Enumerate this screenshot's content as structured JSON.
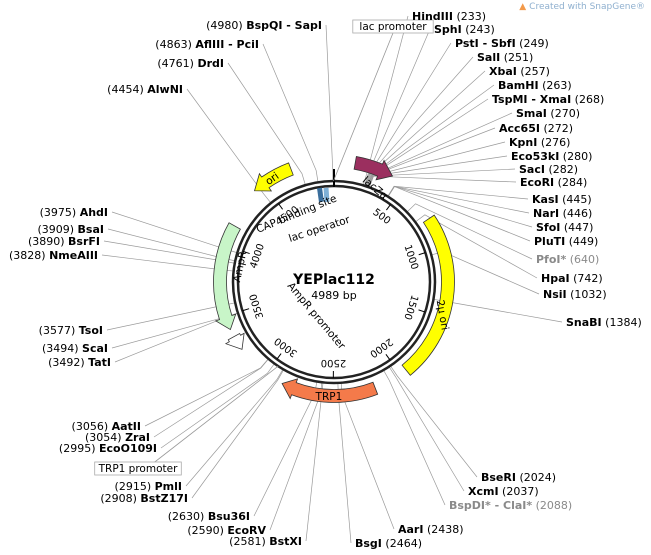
{
  "credit": "Created with SnapGene®",
  "plasmid": {
    "name": "YEPlac112",
    "length_label": "4989 bp",
    "length": 4989
  },
  "colors": {
    "ori": "#ffff00",
    "lacZa": "#9b2f5f",
    "two_mu": "#ffff00",
    "trp1": "#f47a4a",
    "ampr": "#c8f5c8",
    "label_grey": "#8a8a8a"
  },
  "ticks": [
    {
      "text": "500",
      "pos": 500
    },
    {
      "text": "1000",
      "pos": 1000
    },
    {
      "text": "1500",
      "pos": 1500
    },
    {
      "text": "2000",
      "pos": 2000
    },
    {
      "text": "2500",
      "pos": 2500
    },
    {
      "text": "3000",
      "pos": 3000
    },
    {
      "text": "3500",
      "pos": 3500
    },
    {
      "text": "4000",
      "pos": 4000
    },
    {
      "text": "4500",
      "pos": 4500
    }
  ],
  "features": [
    {
      "id": "ori",
      "label": "ori",
      "start": 4420,
      "end": 4700,
      "dir": "ccw",
      "color": "#ffff00",
      "r": 121
    },
    {
      "id": "lacZa",
      "label": "lacZα",
      "start": 140,
      "end": 400,
      "dir": "cw",
      "color": "#9b2f5f",
      "r": 121
    },
    {
      "id": "two-mu-ori",
      "label": "2µ ori",
      "start": 780,
      "end": 1950,
      "dir": "none",
      "color": "#ffff00",
      "r": 114
    },
    {
      "id": "trp1",
      "label": "TRP1",
      "start": 2200,
      "end": 2870,
      "dir": "cw",
      "color": "#f47a4a",
      "r": 114
    },
    {
      "id": "ampr",
      "label": "AmpR",
      "start": 3400,
      "end": 4150,
      "dir": "ccw",
      "color": "#c8f5c8",
      "r": 114
    },
    {
      "id": "ampr-promoter",
      "label": "AmpR promoter",
      "start": 3240,
      "end": 3345,
      "dir": "ccw",
      "color": "#ffffff",
      "r": 114
    }
  ],
  "inner_labels": {
    "cap": "CAP binding site",
    "lac_operator": "lac operator",
    "ampr_promoter": "AmpR promoter",
    "ampr": "AmpR",
    "two_mu": "2µ ori",
    "trp1": "TRP1",
    "ori": "ori",
    "lacza": "lacZα"
  },
  "boxed_labels": [
    {
      "id": "lac-promoter",
      "text": "lac promoter",
      "pos": 4985
    },
    {
      "id": "trp1-promoter",
      "text": "TRP1 promoter",
      "pos": 2960
    }
  ],
  "sites": [
    {
      "name": "BspQI - SapI",
      "num": "(4980)",
      "pos": 4980,
      "grey": false
    },
    {
      "name": "AflIII - PciI",
      "num": "(4863)",
      "pos": 4863,
      "grey": false
    },
    {
      "name": "DrdI",
      "num": "(4761)",
      "pos": 4761,
      "grey": false
    },
    {
      "name": "AlwNI",
      "num": "(4454)",
      "pos": 4454,
      "grey": false
    },
    {
      "name": "HindIII",
      "num": "(233)",
      "pos": 233,
      "grey": false
    },
    {
      "name": "SphI",
      "num": "(243)",
      "pos": 243,
      "grey": false
    },
    {
      "name": "PstI - SbfI",
      "num": "(249)",
      "pos": 249,
      "grey": false
    },
    {
      "name": "SalI",
      "num": "(251)",
      "pos": 251,
      "grey": false
    },
    {
      "name": "XbaI",
      "num": "(257)",
      "pos": 257,
      "grey": false
    },
    {
      "name": "BamHI",
      "num": "(263)",
      "pos": 263,
      "grey": false
    },
    {
      "name": "TspMI - XmaI",
      "num": "(268)",
      "pos": 268,
      "grey": false
    },
    {
      "name": "SmaI",
      "num": "(270)",
      "pos": 270,
      "grey": false
    },
    {
      "name": "Acc65I",
      "num": "(272)",
      "pos": 272,
      "grey": false
    },
    {
      "name": "KpnI",
      "num": "(276)",
      "pos": 276,
      "grey": false
    },
    {
      "name": "Eco53kI",
      "num": "(280)",
      "pos": 280,
      "grey": false
    },
    {
      "name": "SacI",
      "num": "(282)",
      "pos": 282,
      "grey": false
    },
    {
      "name": "EcoRI",
      "num": "(284)",
      "pos": 284,
      "grey": false
    },
    {
      "name": "KasI",
      "num": "(445)",
      "pos": 445,
      "grey": false
    },
    {
      "name": "NarI",
      "num": "(446)",
      "pos": 446,
      "grey": false
    },
    {
      "name": "SfoI",
      "num": "(447)",
      "pos": 447,
      "grey": false
    },
    {
      "name": "PluTI",
      "num": "(449)",
      "pos": 449,
      "grey": false
    },
    {
      "name": "PfoI*",
      "num": "(640)",
      "pos": 640,
      "grey": true
    },
    {
      "name": "HpaI",
      "num": "(742)",
      "pos": 742,
      "grey": false
    },
    {
      "name": "NsiI",
      "num": "(1032)",
      "pos": 1032,
      "grey": false
    },
    {
      "name": "SnaBI",
      "num": "(1384)",
      "pos": 1384,
      "grey": false
    },
    {
      "name": "BseRI",
      "num": "(2024)",
      "pos": 2024,
      "grey": false
    },
    {
      "name": "XcmI",
      "num": "(2037)",
      "pos": 2037,
      "grey": false
    },
    {
      "name": "BspDI* - ClaI*",
      "num": "(2088)",
      "pos": 2088,
      "grey": true
    },
    {
      "name": "AarI",
      "num": "(2438)",
      "pos": 2438,
      "grey": false
    },
    {
      "name": "BsgI",
      "num": "(2464)",
      "pos": 2464,
      "grey": false
    },
    {
      "name": "BstXI",
      "num": "(2581)",
      "pos": 2581,
      "grey": false
    },
    {
      "name": "EcoRV",
      "num": "(2590)",
      "pos": 2590,
      "grey": false
    },
    {
      "name": "Bsu36I",
      "num": "(2630)",
      "pos": 2630,
      "grey": false
    },
    {
      "name": "BstZ17I",
      "num": "(2908)",
      "pos": 2908,
      "grey": false
    },
    {
      "name": "PmlI",
      "num": "(2915)",
      "pos": 2915,
      "grey": false
    },
    {
      "name": "EcoO109I",
      "num": "(2995)",
      "pos": 2995,
      "grey": false
    },
    {
      "name": "ZraI",
      "num": "(3054)",
      "pos": 3054,
      "grey": false
    },
    {
      "name": "AatII",
      "num": "(3056)",
      "pos": 3056,
      "grey": false
    },
    {
      "name": "TatI",
      "num": "(3492)",
      "pos": 3492,
      "grey": false
    },
    {
      "name": "ScaI",
      "num": "(3494)",
      "pos": 3494,
      "grey": false
    },
    {
      "name": "TsoI",
      "num": "(3577)",
      "pos": 3577,
      "grey": false
    },
    {
      "name": "NmeAIII",
      "num": "(3828)",
      "pos": 3828,
      "grey": false
    },
    {
      "name": "BsrFI",
      "num": "(3890)",
      "pos": 3890,
      "grey": false
    },
    {
      "name": "BsaI",
      "num": "(3909)",
      "pos": 3909,
      "grey": false
    },
    {
      "name": "AhdI",
      "num": "(3975)",
      "pos": 3975,
      "grey": false
    }
  ]
}
